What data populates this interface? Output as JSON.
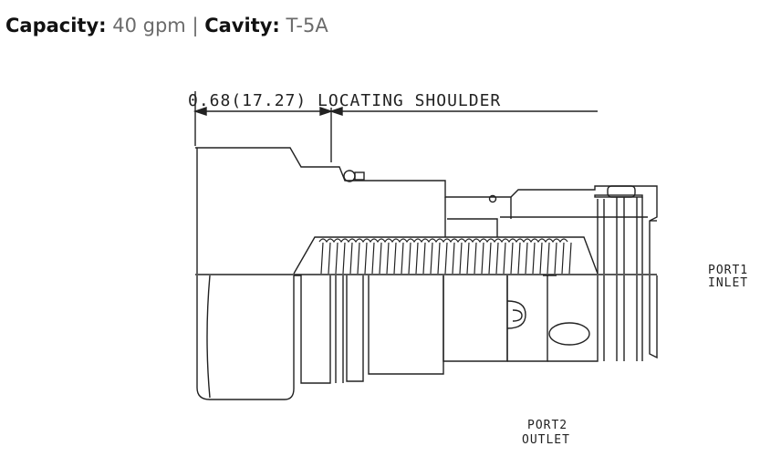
{
  "header": {
    "capacity_label": "Capacity:",
    "capacity_value": "40 gpm",
    "separator": "|",
    "cavity_label": "Cavity:",
    "cavity_value": "T-5A"
  },
  "drawing": {
    "dimension_text": "0.68(17.27) LOCATING SHOULDER",
    "port1_line1": "PORT1",
    "port1_line2": "INLET",
    "port2_line1": "PORT2",
    "port2_line2": "OUTLET",
    "line_color": "#222222"
  }
}
